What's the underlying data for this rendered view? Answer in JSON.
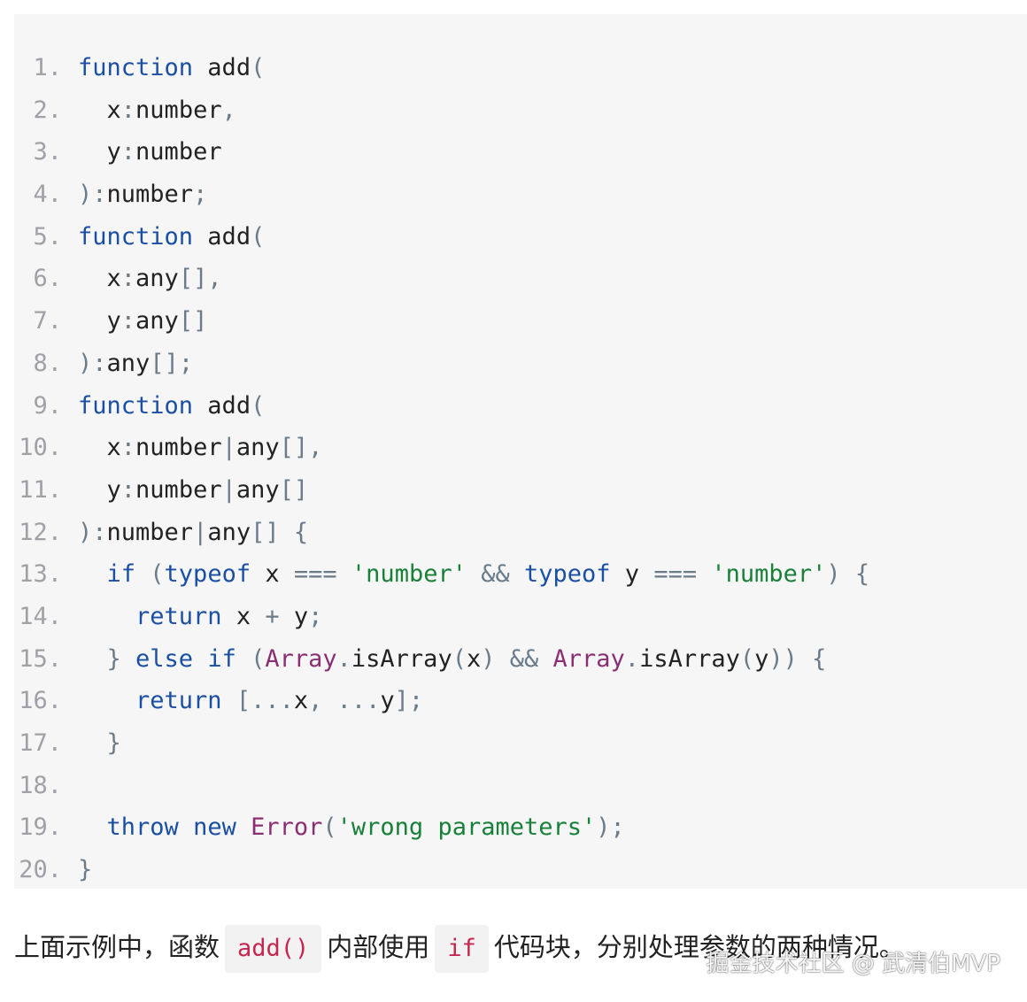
{
  "code": {
    "lines": [
      {
        "n": "1.",
        "tokens": [
          {
            "t": "function",
            "c": "kw"
          },
          {
            "t": " add",
            "c": "id"
          },
          {
            "t": "(",
            "c": "p"
          }
        ]
      },
      {
        "n": "2.",
        "tokens": [
          {
            "t": "  x",
            "c": "id"
          },
          {
            "t": ":",
            "c": "p"
          },
          {
            "t": "number",
            "c": "id"
          },
          {
            "t": ",",
            "c": "p"
          }
        ]
      },
      {
        "n": "3.",
        "tokens": [
          {
            "t": "  y",
            "c": "id"
          },
          {
            "t": ":",
            "c": "p"
          },
          {
            "t": "number",
            "c": "id"
          }
        ]
      },
      {
        "n": "4.",
        "tokens": [
          {
            "t": ")",
            "c": "p"
          },
          {
            "t": ":",
            "c": "p"
          },
          {
            "t": "number",
            "c": "id"
          },
          {
            "t": ";",
            "c": "p"
          }
        ]
      },
      {
        "n": "5.",
        "tokens": [
          {
            "t": "function",
            "c": "kw"
          },
          {
            "t": " add",
            "c": "id"
          },
          {
            "t": "(",
            "c": "p"
          }
        ]
      },
      {
        "n": "6.",
        "tokens": [
          {
            "t": "  x",
            "c": "id"
          },
          {
            "t": ":",
            "c": "p"
          },
          {
            "t": "any",
            "c": "id"
          },
          {
            "t": "[],",
            "c": "p"
          }
        ]
      },
      {
        "n": "7.",
        "tokens": [
          {
            "t": "  y",
            "c": "id"
          },
          {
            "t": ":",
            "c": "p"
          },
          {
            "t": "any",
            "c": "id"
          },
          {
            "t": "[]",
            "c": "p"
          }
        ]
      },
      {
        "n": "8.",
        "tokens": [
          {
            "t": ")",
            "c": "p"
          },
          {
            "t": ":",
            "c": "p"
          },
          {
            "t": "any",
            "c": "id"
          },
          {
            "t": "[];",
            "c": "p"
          }
        ]
      },
      {
        "n": "9.",
        "tokens": [
          {
            "t": "function",
            "c": "kw"
          },
          {
            "t": " add",
            "c": "id"
          },
          {
            "t": "(",
            "c": "p"
          }
        ]
      },
      {
        "n": "10.",
        "tokens": [
          {
            "t": "  x",
            "c": "id"
          },
          {
            "t": ":",
            "c": "p"
          },
          {
            "t": "number",
            "c": "id"
          },
          {
            "t": "|",
            "c": "p"
          },
          {
            "t": "any",
            "c": "id"
          },
          {
            "t": "[],",
            "c": "p"
          }
        ]
      },
      {
        "n": "11.",
        "tokens": [
          {
            "t": "  y",
            "c": "id"
          },
          {
            "t": ":",
            "c": "p"
          },
          {
            "t": "number",
            "c": "id"
          },
          {
            "t": "|",
            "c": "p"
          },
          {
            "t": "any",
            "c": "id"
          },
          {
            "t": "[]",
            "c": "p"
          }
        ]
      },
      {
        "n": "12.",
        "tokens": [
          {
            "t": ")",
            "c": "p"
          },
          {
            "t": ":",
            "c": "p"
          },
          {
            "t": "number",
            "c": "id"
          },
          {
            "t": "|",
            "c": "p"
          },
          {
            "t": "any",
            "c": "id"
          },
          {
            "t": "[] {",
            "c": "p"
          }
        ]
      },
      {
        "n": "13.",
        "tokens": [
          {
            "t": "  if",
            "c": "kw"
          },
          {
            "t": " (",
            "c": "p"
          },
          {
            "t": "typeof",
            "c": "kw"
          },
          {
            "t": " x ",
            "c": "id"
          },
          {
            "t": "===",
            "c": "p"
          },
          {
            "t": " ",
            "c": "id"
          },
          {
            "t": "'number'",
            "c": "str"
          },
          {
            "t": " && ",
            "c": "p"
          },
          {
            "t": "typeof",
            "c": "kw"
          },
          {
            "t": " y ",
            "c": "id"
          },
          {
            "t": "===",
            "c": "p"
          },
          {
            "t": " ",
            "c": "id"
          },
          {
            "t": "'number'",
            "c": "str"
          },
          {
            "t": ") {",
            "c": "p"
          }
        ]
      },
      {
        "n": "14.",
        "tokens": [
          {
            "t": "    return",
            "c": "kw"
          },
          {
            "t": " x ",
            "c": "id"
          },
          {
            "t": "+",
            "c": "p"
          },
          {
            "t": " y",
            "c": "id"
          },
          {
            "t": ";",
            "c": "p"
          }
        ]
      },
      {
        "n": "15.",
        "tokens": [
          {
            "t": "  } ",
            "c": "p"
          },
          {
            "t": "else",
            "c": "kw"
          },
          {
            "t": " ",
            "c": "id"
          },
          {
            "t": "if",
            "c": "kw"
          },
          {
            "t": " (",
            "c": "p"
          },
          {
            "t": "Array",
            "c": "cls"
          },
          {
            "t": ".",
            "c": "p"
          },
          {
            "t": "isArray",
            "c": "id"
          },
          {
            "t": "(",
            "c": "p"
          },
          {
            "t": "x",
            "c": "id"
          },
          {
            "t": ") && ",
            "c": "p"
          },
          {
            "t": "Array",
            "c": "cls"
          },
          {
            "t": ".",
            "c": "p"
          },
          {
            "t": "isArray",
            "c": "id"
          },
          {
            "t": "(",
            "c": "p"
          },
          {
            "t": "y",
            "c": "id"
          },
          {
            "t": ")) {",
            "c": "p"
          }
        ]
      },
      {
        "n": "16.",
        "tokens": [
          {
            "t": "    return",
            "c": "kw"
          },
          {
            "t": " [...",
            "c": "p"
          },
          {
            "t": "x",
            "c": "id"
          },
          {
            "t": ", ...",
            "c": "p"
          },
          {
            "t": "y",
            "c": "id"
          },
          {
            "t": "];",
            "c": "p"
          }
        ]
      },
      {
        "n": "17.",
        "tokens": [
          {
            "t": "  }",
            "c": "p"
          }
        ]
      },
      {
        "n": "18.",
        "tokens": []
      },
      {
        "n": "19.",
        "tokens": [
          {
            "t": "  throw",
            "c": "kw"
          },
          {
            "t": " ",
            "c": "id"
          },
          {
            "t": "new",
            "c": "kw"
          },
          {
            "t": " ",
            "c": "id"
          },
          {
            "t": "Error",
            "c": "cls"
          },
          {
            "t": "(",
            "c": "p"
          },
          {
            "t": "'wrong parameters'",
            "c": "str"
          },
          {
            "t": ");",
            "c": "p"
          }
        ]
      },
      {
        "n": "20.",
        "tokens": [
          {
            "t": "}",
            "c": "p"
          }
        ]
      }
    ]
  },
  "paragraph": {
    "text_before": "上面示例中，函数",
    "code_1": "add()",
    "text_middle": "内部使用",
    "code_2": "if",
    "text_after": "代码块，分别处理参数的两种情况。"
  },
  "watermark": {
    "text": "掘金技术社区 @ 武清伯MVP"
  },
  "colors": {
    "keyword": "#1a4fa3",
    "string": "#188038",
    "class": "#8a2f73",
    "punctuation": "#6a7b8a",
    "inline_code": "#c7254e",
    "code_background": "#f6f6f7"
  }
}
